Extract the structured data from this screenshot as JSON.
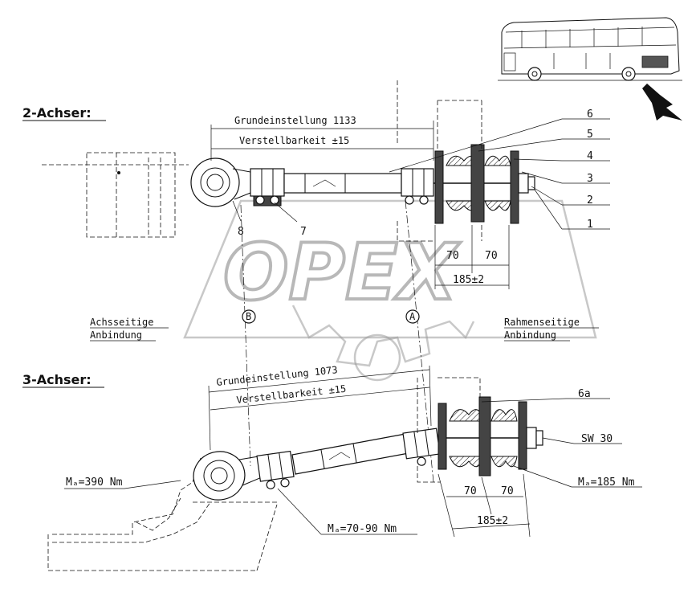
{
  "title_2axle": "2-Achser:",
  "title_3axle": "3-Achser:",
  "basic_setting_2axle": "Grundeinstellung 1133",
  "basic_setting_3axle": "Grundeinstellung 1073",
  "adjustability": "Verstellbarkeit ±15",
  "axle_side_connection": [
    "Achsseitige",
    "Anbindung"
  ],
  "frame_side_connection": [
    "Rahmenseitige",
    "Anbindung"
  ],
  "part_numbers": [
    "1",
    "2",
    "3",
    "4",
    "5",
    "6",
    "7",
    "8"
  ],
  "part_6a": "6a",
  "wrench_size": "SW 30",
  "torque_axle": "Mₐ=390 Nm",
  "torque_clamp": "Mₐ=70-90 Nm",
  "torque_frame": "Mₐ=185 Nm",
  "dims": {
    "spacer_left": "70",
    "spacer_right": "70",
    "spacer_total": "185±2"
  },
  "section_marks": [
    "B",
    "A"
  ],
  "watermark": "OPEX",
  "icons": [
    "bus-icon",
    "arrow-pointer-icon"
  ]
}
